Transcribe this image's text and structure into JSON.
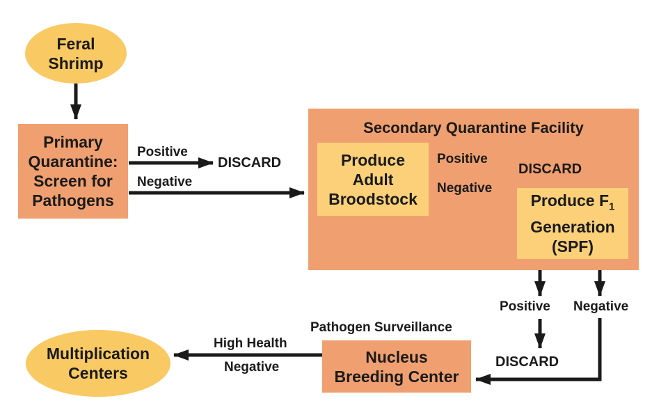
{
  "nodes": {
    "feral_shrimp": "Feral\nShrimp",
    "primary_quarantine": "Primary\nQuarantine:\nScreen for\nPathogens",
    "secondary_facility_title": "Secondary Quarantine Facility",
    "produce_adult": "Produce\nAdult\nBroodstock",
    "produce_f1_line1": "Produce F",
    "produce_f1_sub": "1",
    "produce_f1_rest": "Generation\n(SPF)",
    "nucleus": "Nucleus\nBreeding Center",
    "multiplication": "Multiplication\nCenters"
  },
  "labels": {
    "positive_1": "Positive",
    "negative_1": "Negative",
    "discard_1": "DISCARD",
    "positive_2": "Positive",
    "negative_2": "Negative",
    "discard_2": "DISCARD",
    "positive_3": "Positive",
    "negative_3": "Negative",
    "discard_3": "DISCARD",
    "pathogen_surveillance": "Pathogen Surveillance",
    "high_health": "High Health",
    "negative_4": "Negative"
  },
  "colors": {
    "orange_box": "#f0a070",
    "yellow_box": "#fbd079",
    "ellipse": "#f9c964",
    "arrow": "#1a1a1a"
  }
}
